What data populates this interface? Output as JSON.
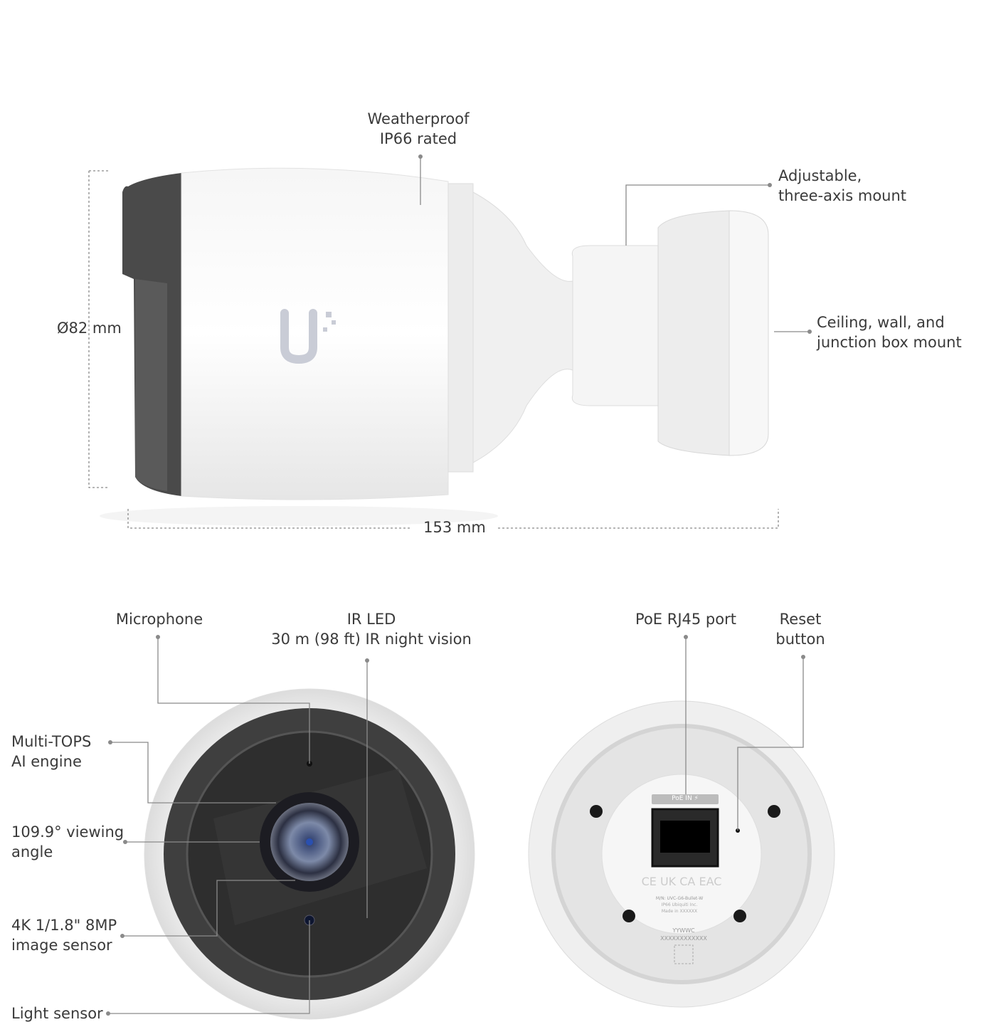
{
  "side_view": {
    "weatherproof": [
      "Weatherproof",
      "IP66 rated"
    ],
    "mount": [
      "Adjustable,",
      "three-axis mount"
    ],
    "ceiling": [
      "Ceiling, wall, and",
      "junction box mount"
    ],
    "diameter": "Ø82 mm",
    "length": "153 mm"
  },
  "front_view": {
    "microphone": "Microphone",
    "ir_led": [
      "IR LED",
      "30 m (98 ft) IR night vision"
    ],
    "ai_engine": [
      "Multi-TOPS",
      "AI engine"
    ],
    "viewing_angle": [
      "109.9° viewing",
      "angle"
    ],
    "sensor": [
      "4K 1/1.8\" 8MP",
      "image sensor"
    ],
    "light_sensor": "Light sensor"
  },
  "back_view": {
    "poe_port": "PoE RJ45 port",
    "reset": [
      "Reset",
      "button"
    ],
    "poe_tag": "PoE IN ⚡",
    "model": "M/N: UVC-G6-Bullet-W",
    "ip_line": "IP66   Ubiquiti Inc.",
    "made_in": "Made in XXXXXX",
    "date_code": "YYWWC",
    "serial": "XXXXXXXXXXXX",
    "certs": "CE UK CA EAC"
  },
  "colors": {
    "housing": "#f4f4f4",
    "front_bezel": "#4a4a4a",
    "leader": "#8a8a8a",
    "text": "#3a3a3a"
  }
}
